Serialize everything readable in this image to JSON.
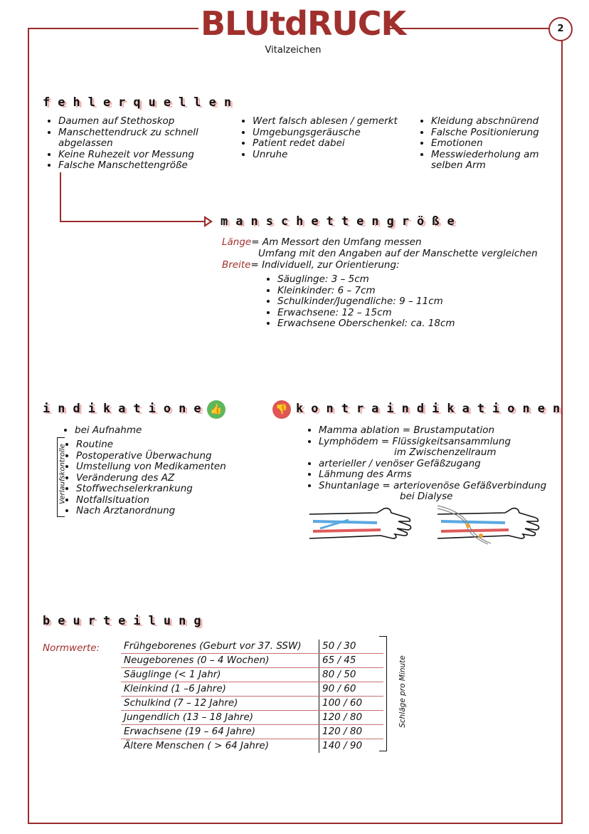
{
  "header": {
    "title": "BLUtdRUCK",
    "subtitle": "Vitalzeichen",
    "page_number": "2"
  },
  "fehlerquellen": {
    "heading": "fehlerquellen",
    "col1": [
      "Daumen auf Stethoskop",
      "Manschettendruck zu schnell abgelassen",
      "Keine Ruhezeit vor Messung",
      "Falsche Manschettengröße"
    ],
    "col2": [
      "Wert falsch ablesen / gemerkt",
      "Umgebungsgeräusche",
      "Patient redet dabei",
      "Unruhe"
    ],
    "col3": [
      "Kleidung abschnürend",
      "Falsche Positionierung",
      "Emotionen",
      "Messwiederholung am selben Arm"
    ]
  },
  "manschettengroesse": {
    "heading": "manschettengröße",
    "laenge_label": "Länge",
    "laenge_text1": "= Am Messort den Umfang messen",
    "laenge_text2": "Umfang mit den Angaben auf der Manschette vergleichen",
    "breite_label": "Breite",
    "breite_text": "= Individuell, zur Orientierung:",
    "sizes": [
      "Säuglinge: 3 – 5cm",
      "Kleinkinder: 6 – 7cm",
      "Schulkinder/Jugendliche: 9 – 11cm",
      "Erwachsene: 12 – 15cm",
      "Erwachsene Oberschenkel: ca. 18cm"
    ]
  },
  "indikationen": {
    "heading": "indikationen",
    "first": "bei Aufnahme",
    "verlauf_label": "Verlaufskontrolle",
    "items": [
      "Routine",
      "Postoperative Überwachung",
      "Umstellung von Medikamenten",
      "Veränderung des AZ",
      "Stoffwechselerkrankung",
      "Notfallsituation",
      "Nach Arztanordnung"
    ],
    "icon": "thumbs-up-icon",
    "icon_color": "#5cb85c"
  },
  "kontraindikationen": {
    "heading": "kontraindikationen",
    "items": [
      "Mamma ablation = Brustamputation",
      "Lymphödem = Flüssigkeitsansammlung",
      "arterieller / venöser Gefäßzugang",
      "Lähmung des Arms",
      "Shuntanlage = arteriovenöse Gefäßverbindung"
    ],
    "lymph_cont": "im Zwischenzellraum",
    "shunt_cont": "bei Dialyse",
    "icon": "thumbs-down-icon",
    "icon_color": "#e05555"
  },
  "beurteilung": {
    "heading": "beurteilung",
    "label": "Normwerte:",
    "unit_label": "Schläge pro Minute",
    "rows": [
      {
        "age": "Frühgeborenes (Geburt vor 37. SSW)",
        "value": "50 / 30"
      },
      {
        "age": "Neugeborenes (0 – 4 Wochen)",
        "value": "65 / 45"
      },
      {
        "age": "Säuglinge (< 1 Jahr)",
        "value": "80 / 50"
      },
      {
        "age": "Kleinkind (1 –6 Jahre)",
        "value": "90 / 60"
      },
      {
        "age": "Schulkind (7 – 12 Jahre)",
        "value": "100 / 60"
      },
      {
        "age": "Jungendlich (13 – 18 Jahre)",
        "value": "120 / 80"
      },
      {
        "age": "Erwachsene (19 – 64 Jahre)",
        "value": "120 / 80"
      },
      {
        "age": "Ältere Menschen ( > 64 Jahre)",
        "value": "140 / 90"
      }
    ]
  },
  "colors": {
    "accent": "#a0302d",
    "artery": "#e05a5a",
    "vein": "#5aa8e0"
  }
}
